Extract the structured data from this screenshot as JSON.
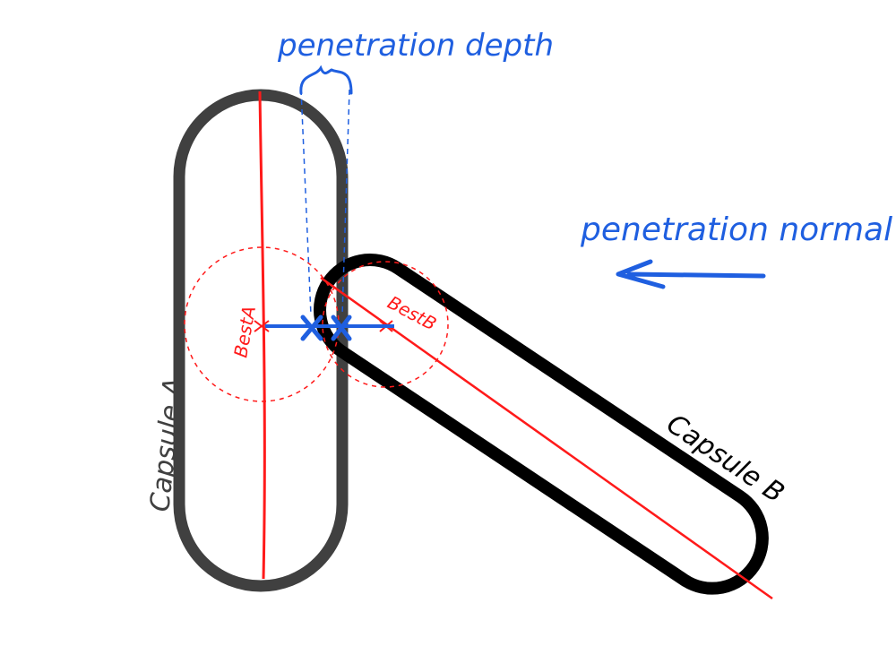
{
  "labels": {
    "penetration_depth": "penetration depth",
    "penetration_normal": "penetration normal",
    "best_a": "BestA",
    "best_b": "BestB",
    "capsule_a": "Capsule A",
    "capsule_b": "Capsule B"
  },
  "colors": {
    "capsule_a_outline": "#404040",
    "capsule_b_outline": "#000000",
    "axis_red": "#ff1a1a",
    "annotation_blue": "#1f5fe0",
    "background": "#ffffff"
  }
}
